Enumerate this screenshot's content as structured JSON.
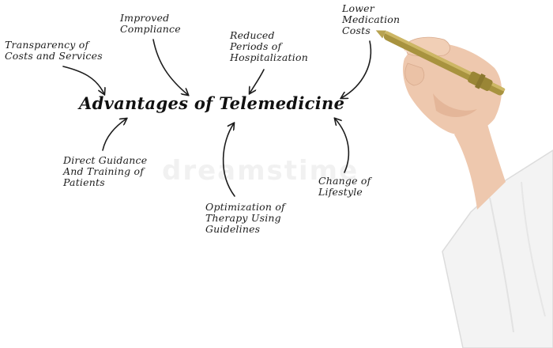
{
  "diagram": {
    "title": "Advantages of Telemedicine",
    "nodes": [
      {
        "id": "transparency",
        "text": "Transparency of\nCosts and Services"
      },
      {
        "id": "compliance",
        "text": "Improved\nCompliance"
      },
      {
        "id": "hospitalization",
        "text": "Reduced\nPeriods of\nHospitalization"
      },
      {
        "id": "medication",
        "text": "Lower\nMedication\nCosts"
      },
      {
        "id": "guidance",
        "text": "Direct Guidance\nAnd Training of\nPatients"
      },
      {
        "id": "therapy",
        "text": "Optimization of\nTherapy Using\nGuidelines"
      },
      {
        "id": "lifestyle",
        "text": "Change of\nLifestyle"
      }
    ]
  },
  "colors": {
    "ink": "#1c1c1c",
    "pen_body": "#a8933f",
    "skin": "#eec8ae",
    "sleeve": "#f3f3f3"
  }
}
